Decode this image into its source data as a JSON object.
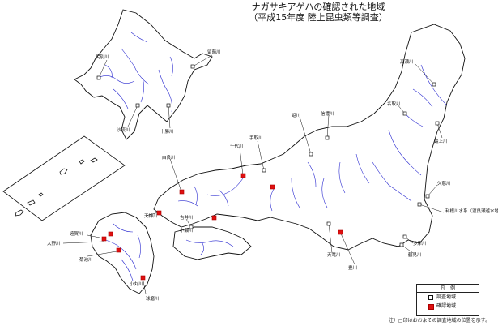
{
  "title": "ナガサキアゲハの確認された地域",
  "subtitle": "（平成15年度 陸上昆虫類等調査）",
  "legend": {
    "title": "凡　例",
    "open_label": "調査地域",
    "filled_label": "確認地域",
    "open_color": "#ffffff",
    "filled_color": "#e01010"
  },
  "note": "注）□印はおおよその調査地域の位置を示す。",
  "colors": {
    "coast": "#111111",
    "river": "#2a2ad0",
    "accent": "#e01010"
  },
  "sites": [
    {
      "name": "尻別川",
      "status": "surveyed"
    },
    {
      "name": "留萌川",
      "status": "surveyed"
    },
    {
      "name": "沙流川",
      "status": "surveyed"
    },
    {
      "name": "十勝川",
      "status": "surveyed"
    },
    {
      "name": "高瀬川",
      "status": "surveyed"
    },
    {
      "name": "最上川",
      "status": "surveyed"
    },
    {
      "name": "名取川",
      "status": "surveyed"
    },
    {
      "name": "信濃川",
      "status": "surveyed"
    },
    {
      "name": "姫川",
      "status": "surveyed"
    },
    {
      "name": "手取川",
      "status": "surveyed"
    },
    {
      "name": "由良川",
      "status": "confirmed"
    },
    {
      "name": "千代川",
      "status": "confirmed"
    },
    {
      "name": "吉井川",
      "status": "confirmed"
    },
    {
      "name": "天神川",
      "status": "confirmed"
    },
    {
      "name": "小瀬川",
      "status": "surveyed"
    },
    {
      "name": "遠賀川",
      "status": "confirmed"
    },
    {
      "name": "大野川",
      "status": "confirmed"
    },
    {
      "name": "菊池川",
      "status": "confirmed"
    },
    {
      "name": "球磨川",
      "status": "confirmed"
    },
    {
      "name": "小丸川",
      "status": "confirmed"
    },
    {
      "name": "久慈川",
      "status": "surveyed"
    },
    {
      "name": "利根川水系（渡良瀬遊水地）（鬼怒川）（鳥羽・利根川）",
      "status": "surveyed"
    },
    {
      "name": "多摩川",
      "status": "surveyed"
    },
    {
      "name": "鶴見川",
      "status": "surveyed"
    },
    {
      "name": "豊川",
      "status": "confirmed"
    },
    {
      "name": "天竜川",
      "status": "surveyed"
    }
  ]
}
